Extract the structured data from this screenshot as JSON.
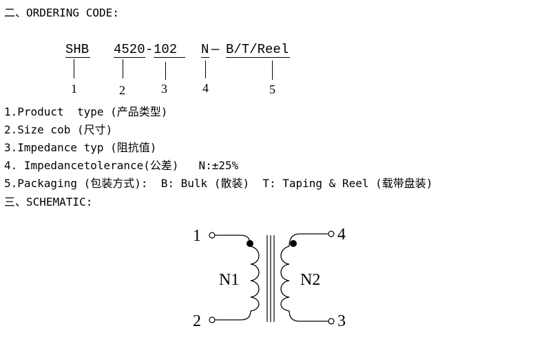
{
  "ordering": {
    "heading": "二、ORDERING CODE:",
    "code_parts": [
      "SHB",
      "4520",
      "-",
      "102",
      "N",
      "—",
      "B/T/Reel"
    ],
    "indices": [
      "1",
      "2",
      "3",
      "4",
      "5"
    ],
    "items": [
      "1.Product  type (产品类型)",
      "2.Size cob (尺寸)",
      "3.Impedance typ (阻抗值)",
      "4. Impedancetolerance(公差)   N:±25%",
      "5.Packaging (包装方式):  B: Bulk (散装)  T: Taping & Reel (载带盘装)"
    ]
  },
  "schematic": {
    "heading": "三、SCHEMATIC:",
    "pins": [
      "1",
      "2",
      "4",
      "3"
    ],
    "windings": [
      "N1",
      "N2"
    ]
  }
}
